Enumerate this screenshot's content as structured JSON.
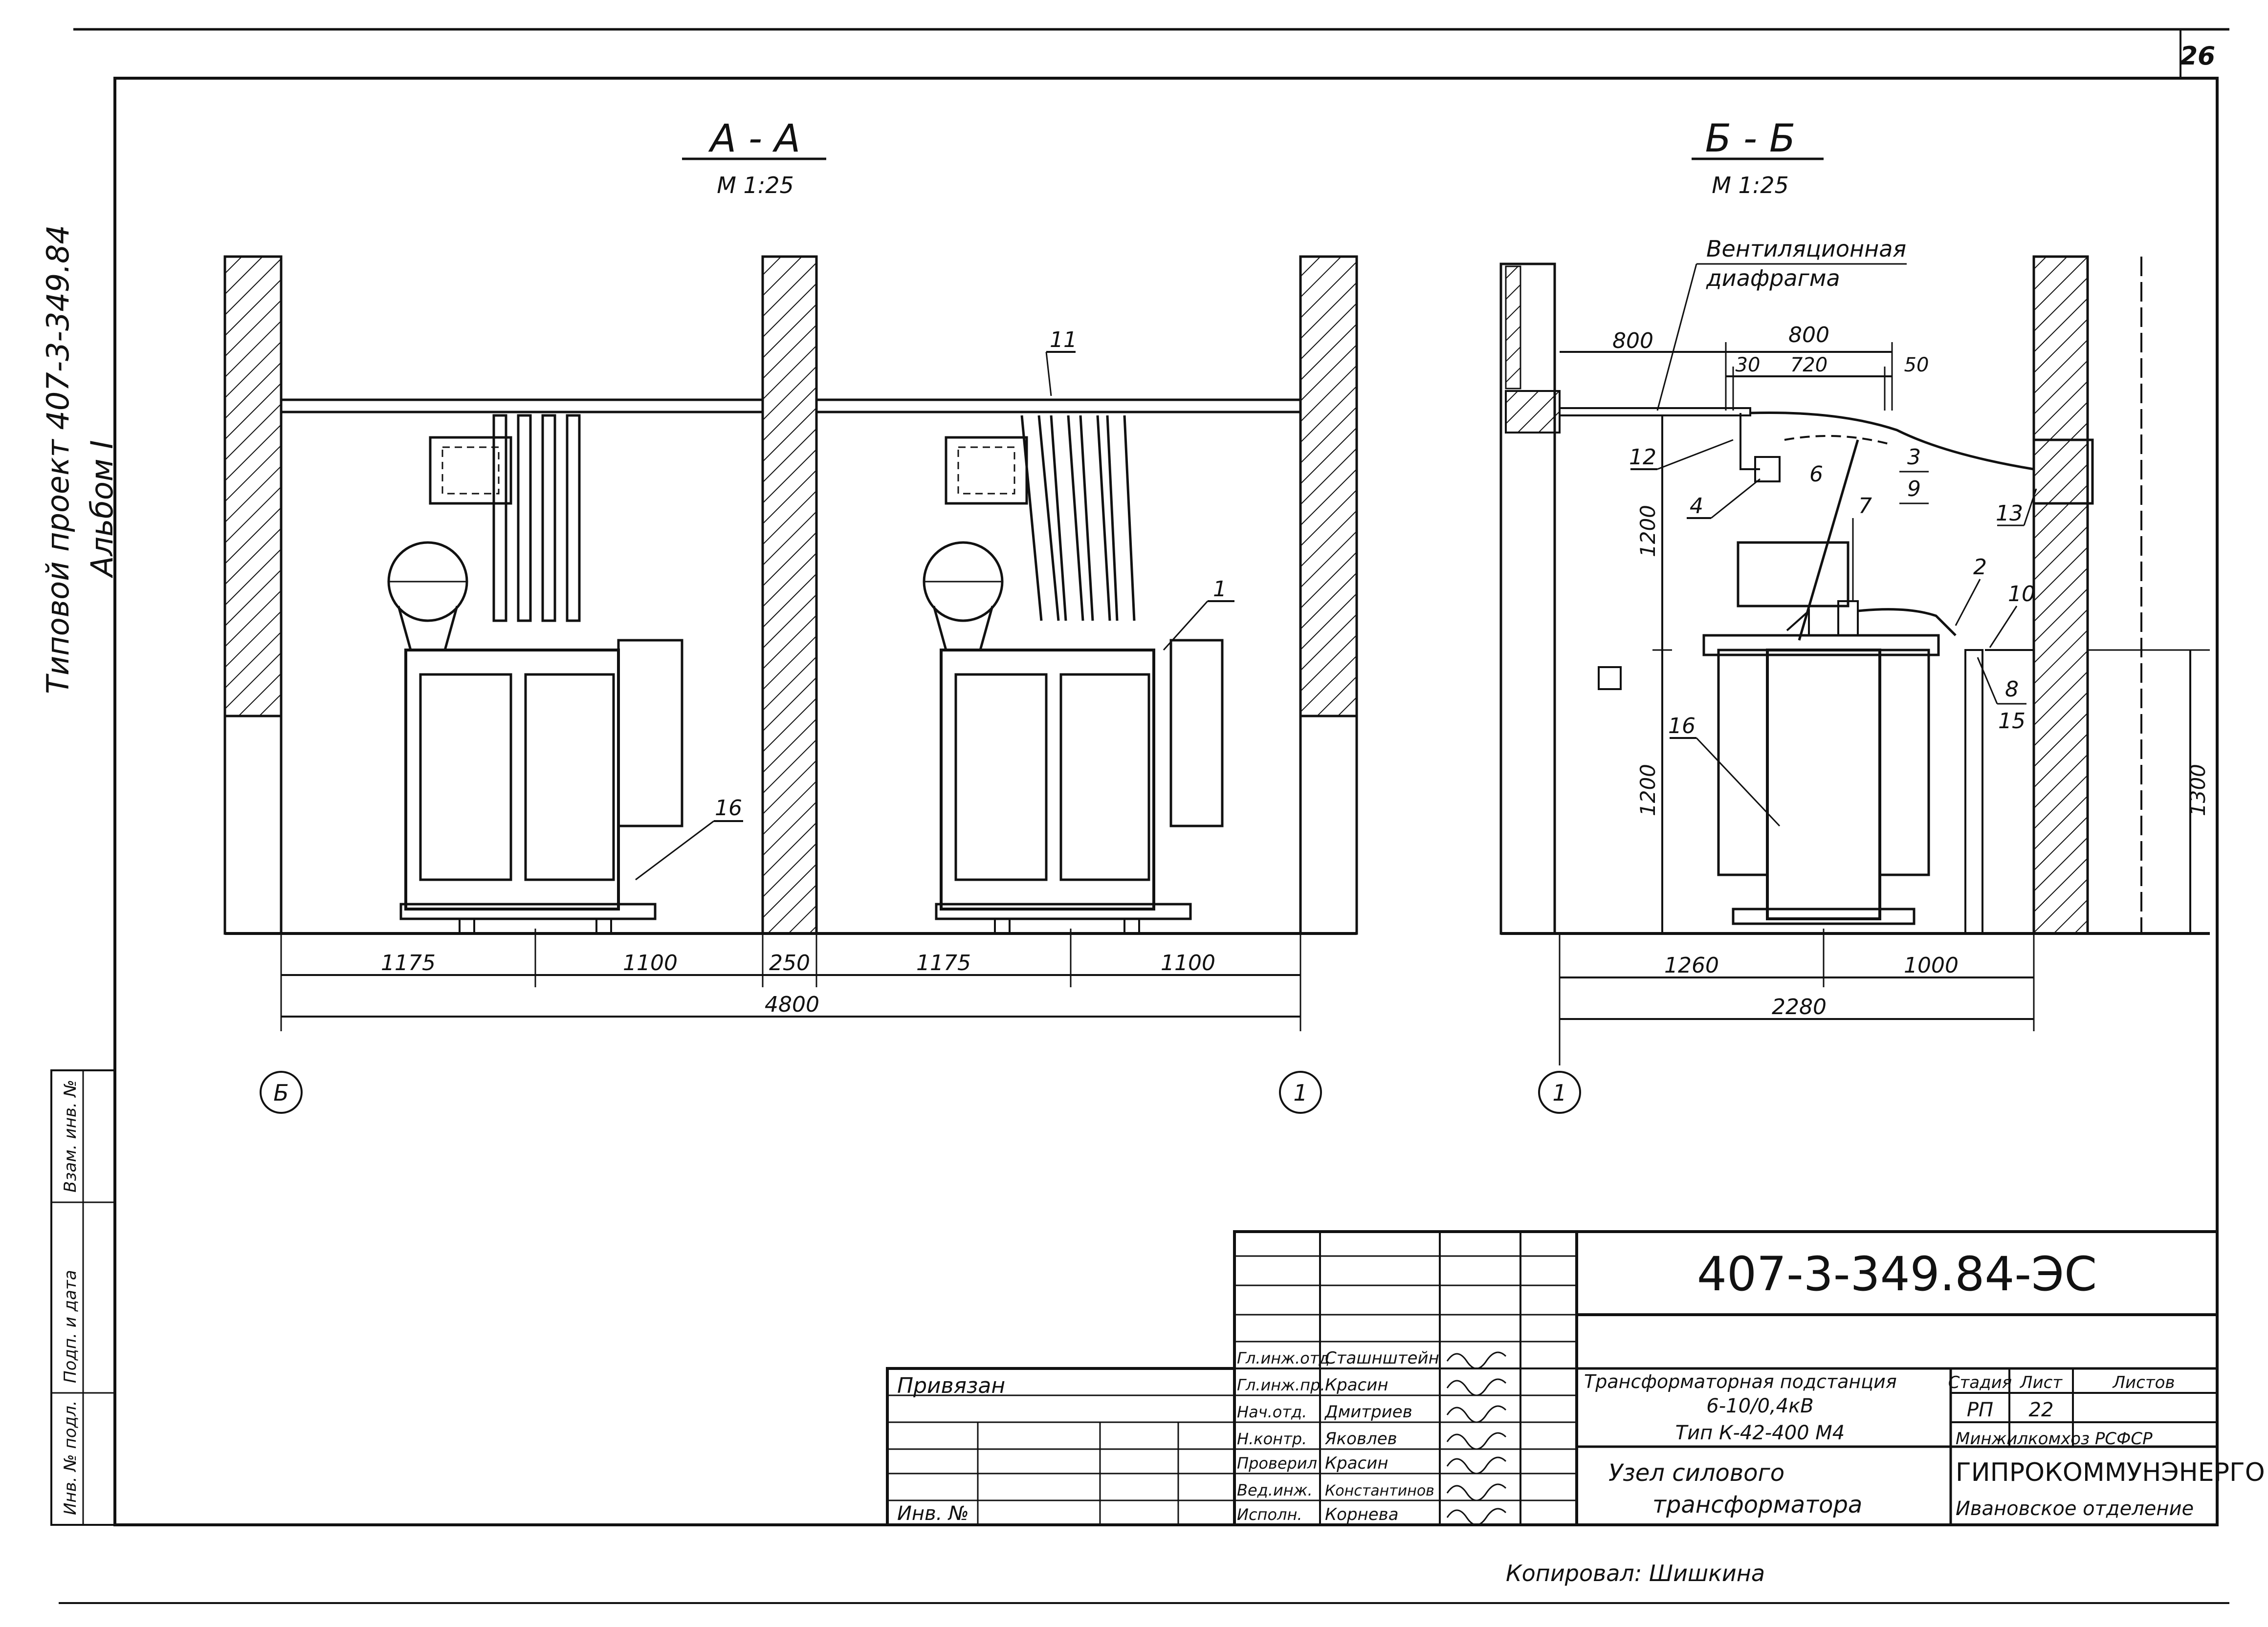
{
  "sheet_number": "26",
  "side_text": {
    "project": "Типовой проект 407-3-349.84",
    "album": "Альбом I"
  },
  "left_stamp": [
    "Инв. № подл.",
    "Подп. и дата",
    "Взам. инв. №"
  ],
  "section_aa": {
    "title": "А - А",
    "scale": "М 1:25"
  },
  "section_bb": {
    "title": "Б - Б",
    "scale": "М 1:25"
  },
  "vent_label": [
    "Вентиляционная",
    "диафрагма"
  ],
  "dims_aa": {
    "d1": "1175",
    "d2": "1100",
    "d3": "250",
    "d4": "1175",
    "d5": "1100",
    "total": "4800"
  },
  "dims_bb": {
    "top1": "800",
    "top2": "800",
    "s1": "30",
    "s2": "720",
    "s3": "50",
    "v1": "1200",
    "v2": "1200",
    "v3": "1300",
    "b1": "1260",
    "b2": "1000",
    "total": "2280"
  },
  "callouts_aa": [
    "11",
    "1",
    "16"
  ],
  "callouts_bb": [
    "12",
    "4",
    "6",
    "3",
    "9",
    "7",
    "13",
    "2",
    "10",
    "8",
    "15",
    "16"
  ],
  "axes": {
    "left": "Б",
    "right": "1",
    "bb": "1"
  },
  "title_block": {
    "doc_code": "407-3-349.84-ЭС",
    "privyazan": "Привязан",
    "inv_no": "Инв. №",
    "roles": [
      "Гл.инж.отд",
      "Гл.инж.пр.",
      "Нач.отд.",
      "Н.контр.",
      "Проверил",
      "Вед.инж.",
      "Исполн."
    ],
    "names": [
      "Сташнштейн",
      "Красин",
      "Дмитриев",
      "Яковлев",
      "Красин",
      "Константинов",
      "Корнева"
    ],
    "object": [
      "Трансформаторная подстанция",
      "6-10/0,4кВ",
      "Тип К-42-400 М4"
    ],
    "drawing_name": [
      "Узел силового",
      "трансформатора"
    ],
    "col_stage": "Стадия",
    "col_sheet": "Лист",
    "col_sheets": "Листов",
    "stage": "РП",
    "sheet": "22",
    "org": [
      "Минжилкомхоз РСФСР",
      "ГИПРОКОММУНЭНЕРГО",
      "Ивановское отделение"
    ]
  },
  "copied_by": "Копировал: Шишкина"
}
